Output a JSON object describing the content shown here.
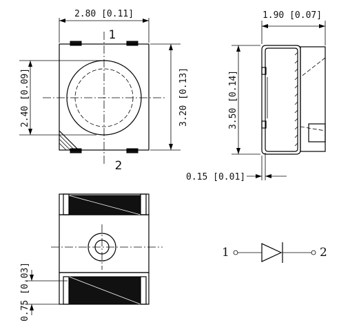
{
  "dimensions": {
    "top_width": "2.80 [0.11]",
    "side_depth": "1.90 [0.07]",
    "lens_height": "2.40 [0.09]",
    "body_height": "3.20 [0.13]",
    "side_height": "3.50 [0.14]",
    "lead_thickness": "0.15 [0.01]",
    "pad_height": "0.75 [0.03]"
  },
  "pins": {
    "top_pin1": "1",
    "top_pin2": "2",
    "symbol_pin1": "1",
    "symbol_pin2": "2"
  },
  "colors": {
    "line": "#000000",
    "pad_fill": "#111111",
    "background": "#ffffff"
  }
}
